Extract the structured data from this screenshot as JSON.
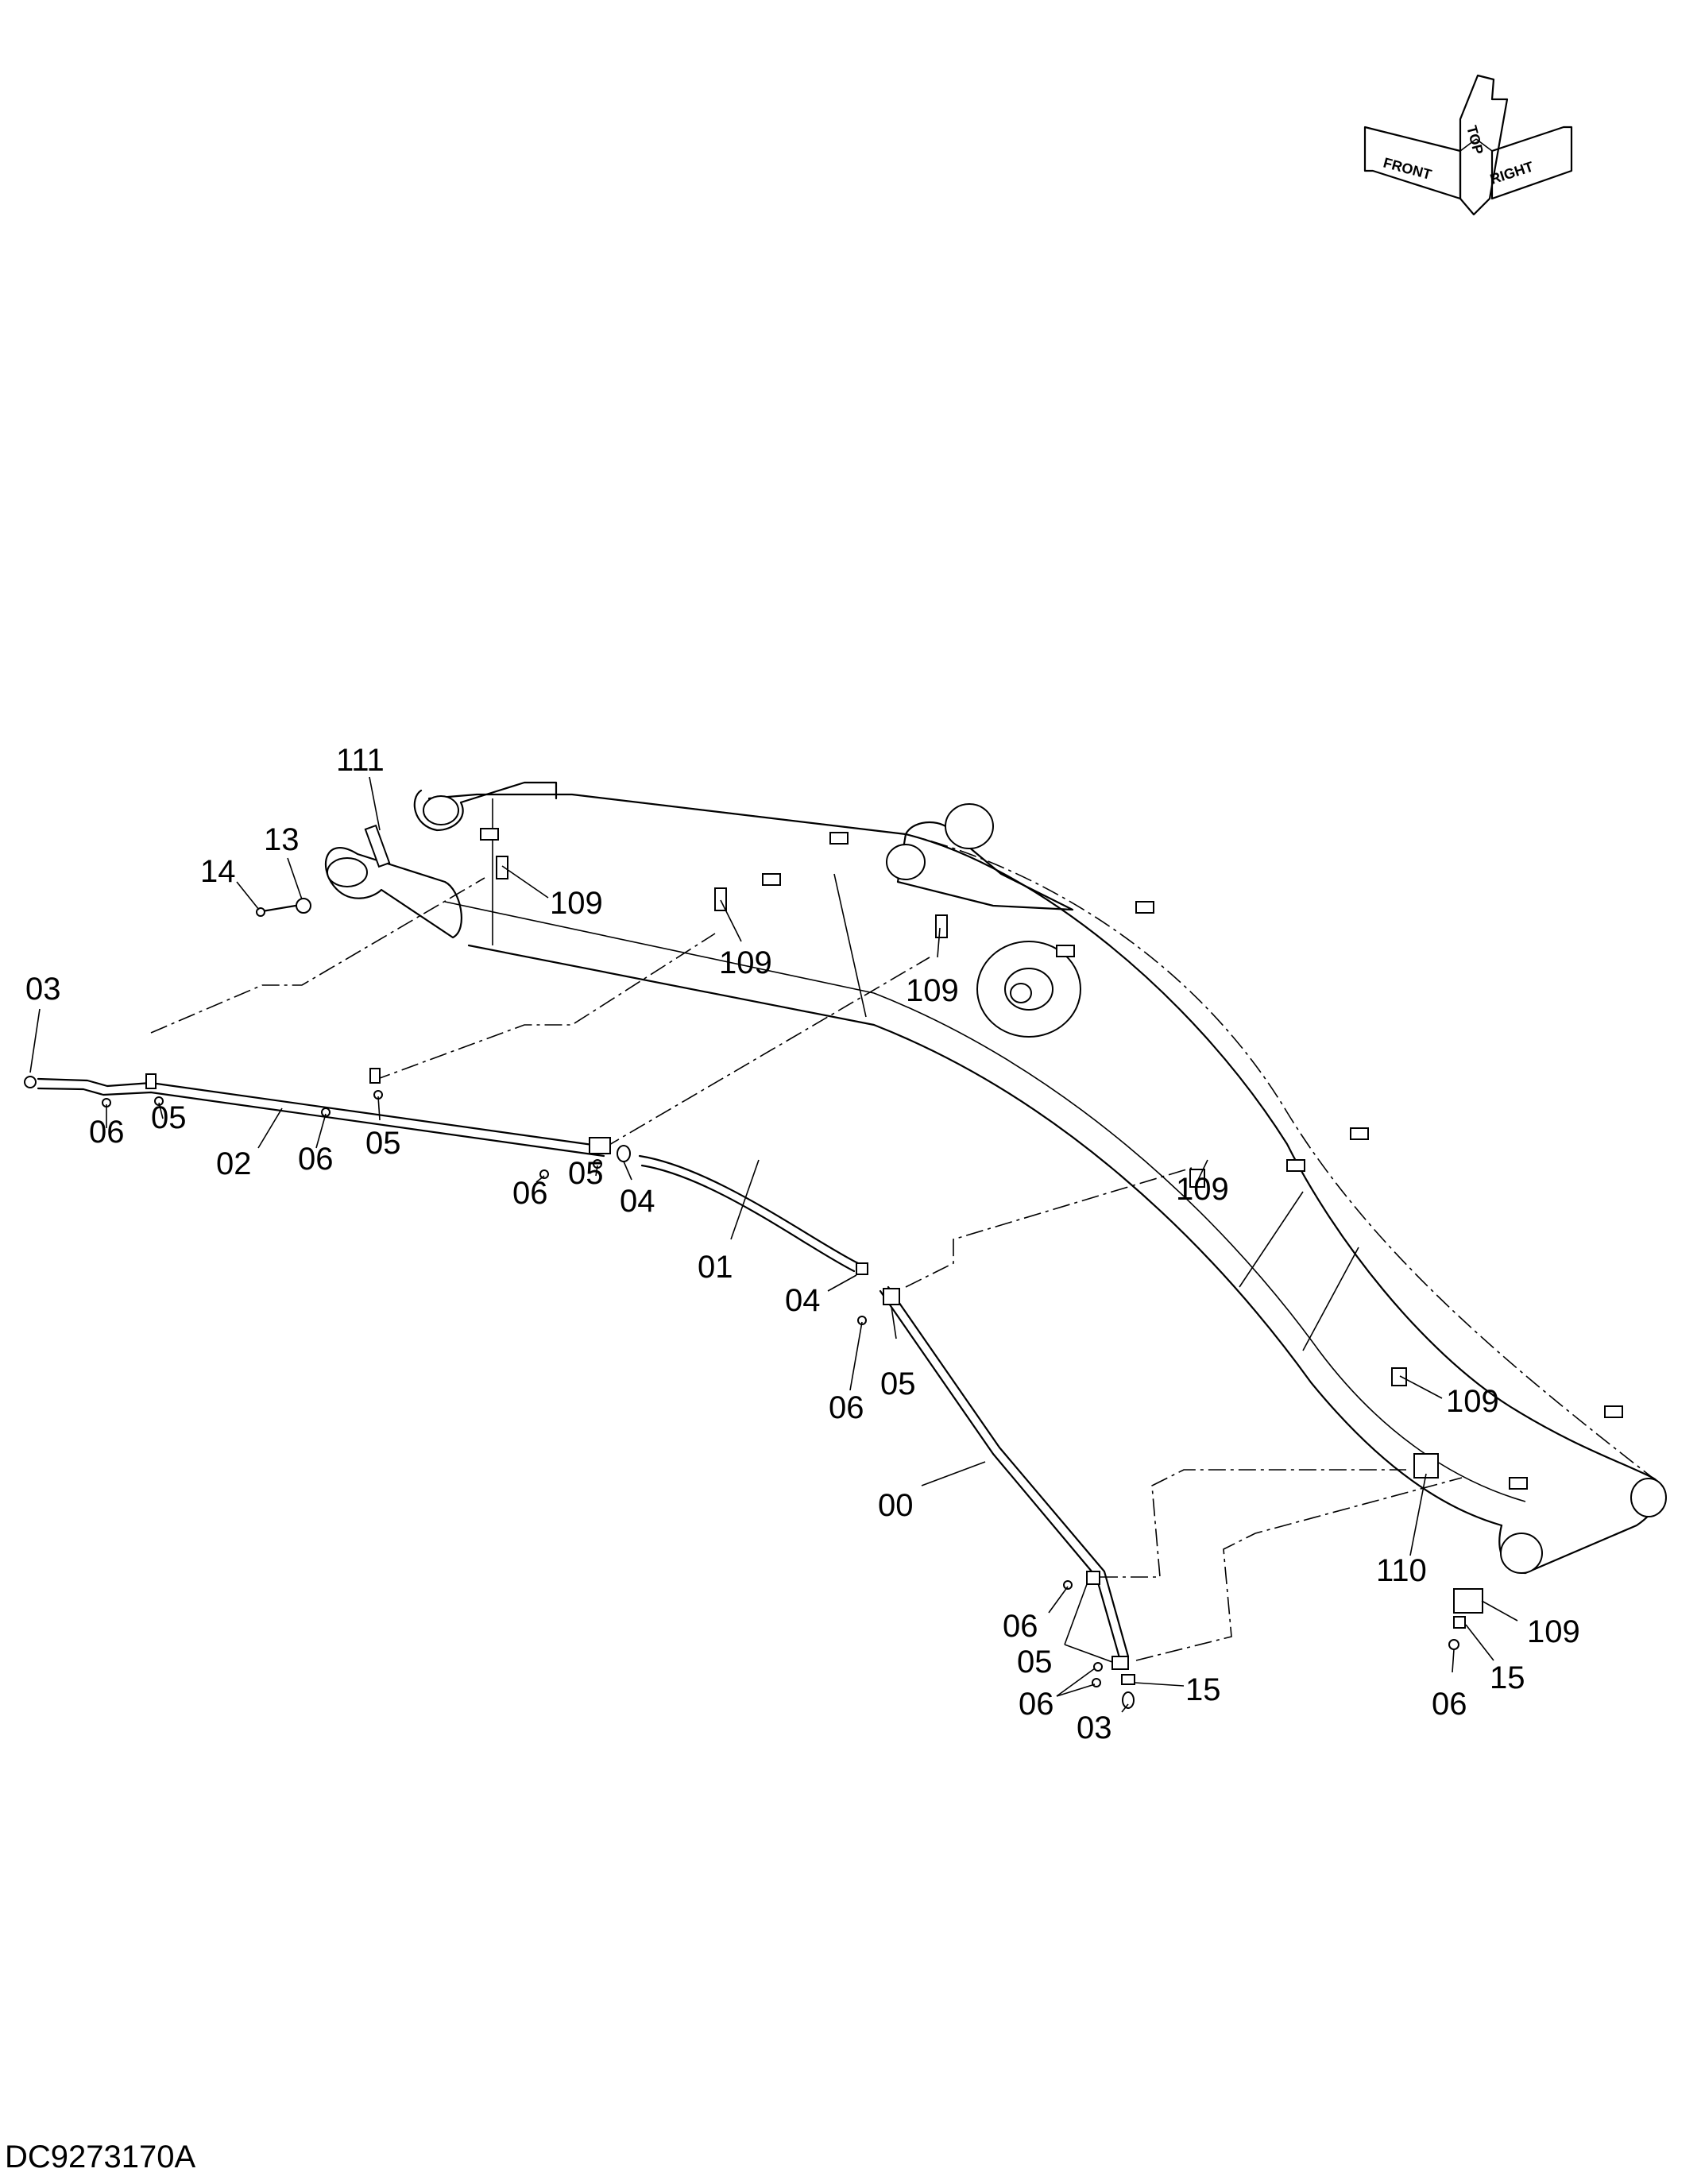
{
  "drawing_code": "DC9273170A",
  "orientation": {
    "front": "FRONT",
    "top": "TOP",
    "right": "RIGHT"
  },
  "callouts": {
    "c111": "111",
    "c13": "13",
    "c14": "14",
    "c03a": "03",
    "c109a": "109",
    "c109b": "109",
    "c109c": "109",
    "c109d": "109",
    "c109e": "109",
    "c109f": "109",
    "c06a": "06",
    "c05a": "05",
    "c02": "02",
    "c06b": "06",
    "c05b": "05",
    "c06c": "06",
    "c05c": "05",
    "c04a": "04",
    "c01": "01",
    "c04b": "04",
    "c06d": "06",
    "c05d": "05",
    "c00": "00",
    "c110": "110",
    "c06e": "06",
    "c05e": "05",
    "c06f": "06",
    "c15a": "15",
    "c03b": "03",
    "c15b": "15",
    "c06g": "06"
  }
}
